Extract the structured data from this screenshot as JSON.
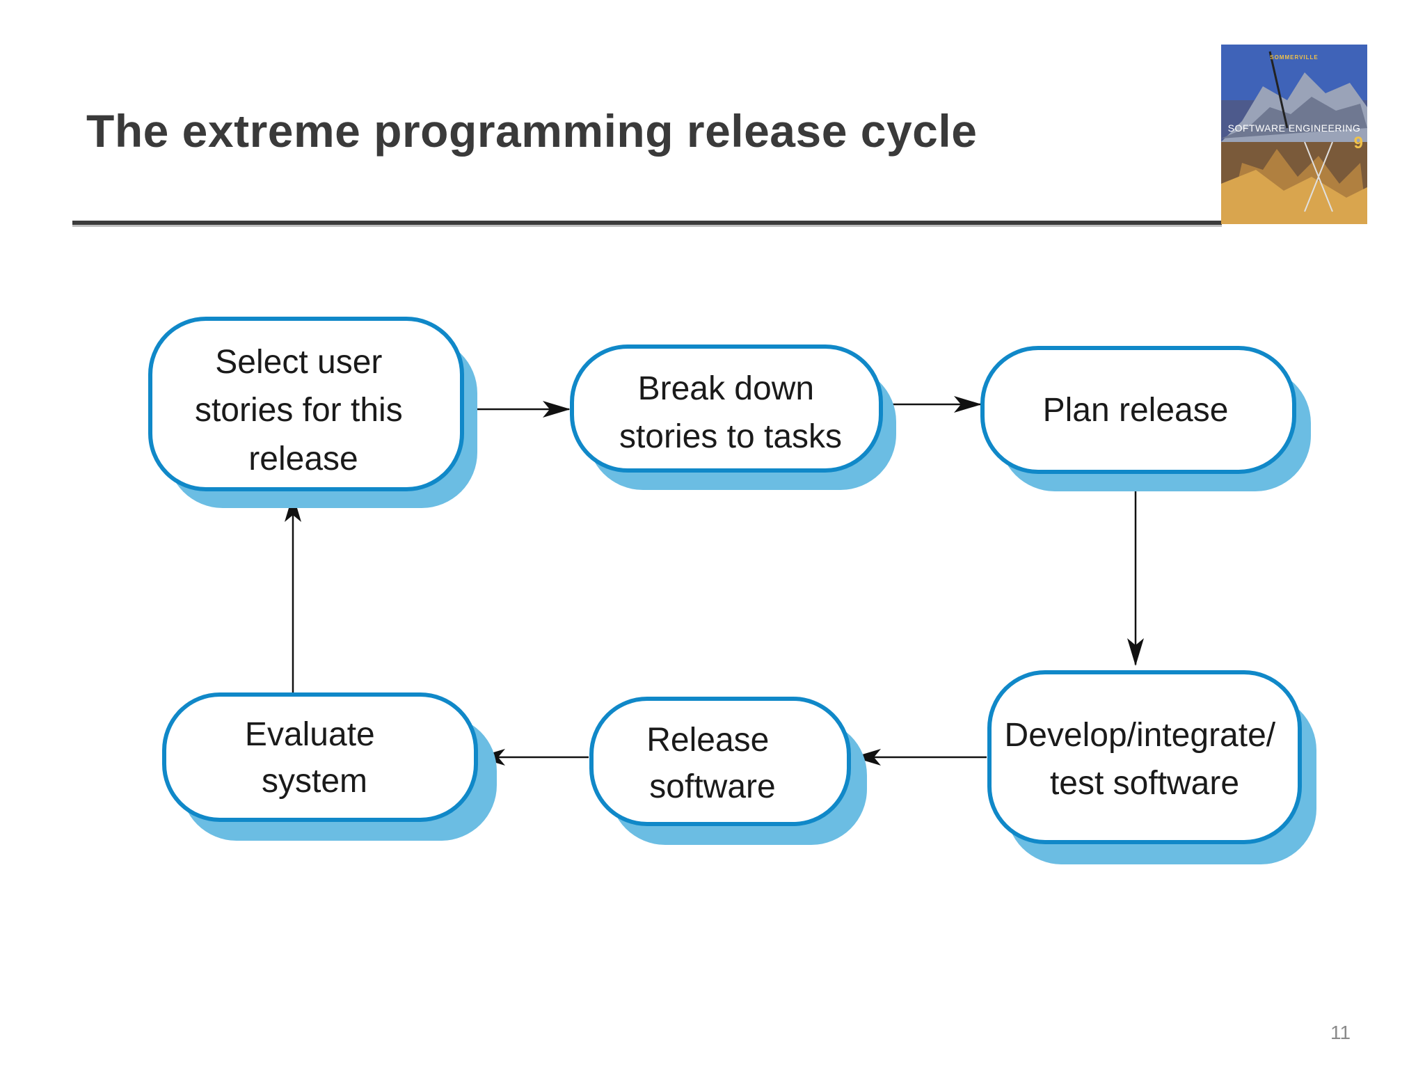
{
  "slide": {
    "title": "The extreme programming release cycle",
    "page_number": "11"
  },
  "book_cover": {
    "author": "SOMMERVILLE",
    "title": "SOFTWARE ENGINEERING",
    "edition": "9"
  },
  "diagram": {
    "nodes": [
      {
        "id": "select",
        "lines": [
          "Select user",
          "stories for this",
          "release"
        ]
      },
      {
        "id": "break",
        "lines": [
          "Break down",
          "stories to tasks"
        ]
      },
      {
        "id": "plan",
        "lines": [
          "Plan release"
        ]
      },
      {
        "id": "develop",
        "lines": [
          "Develop/integrate/",
          "test software"
        ]
      },
      {
        "id": "release",
        "lines": [
          "Release",
          "software"
        ]
      },
      {
        "id": "evaluate",
        "lines": [
          "Evaluate",
          "system"
        ]
      }
    ],
    "edges": [
      {
        "from": "select",
        "to": "break"
      },
      {
        "from": "break",
        "to": "plan"
      },
      {
        "from": "plan",
        "to": "develop"
      },
      {
        "from": "develop",
        "to": "release"
      },
      {
        "from": "release",
        "to": "evaluate"
      },
      {
        "from": "evaluate",
        "to": "select"
      }
    ]
  },
  "colors": {
    "node_border": "#1088c8",
    "node_shadow": "#6bbde3",
    "node_fill": "#ffffff",
    "arrow": "#111111"
  }
}
